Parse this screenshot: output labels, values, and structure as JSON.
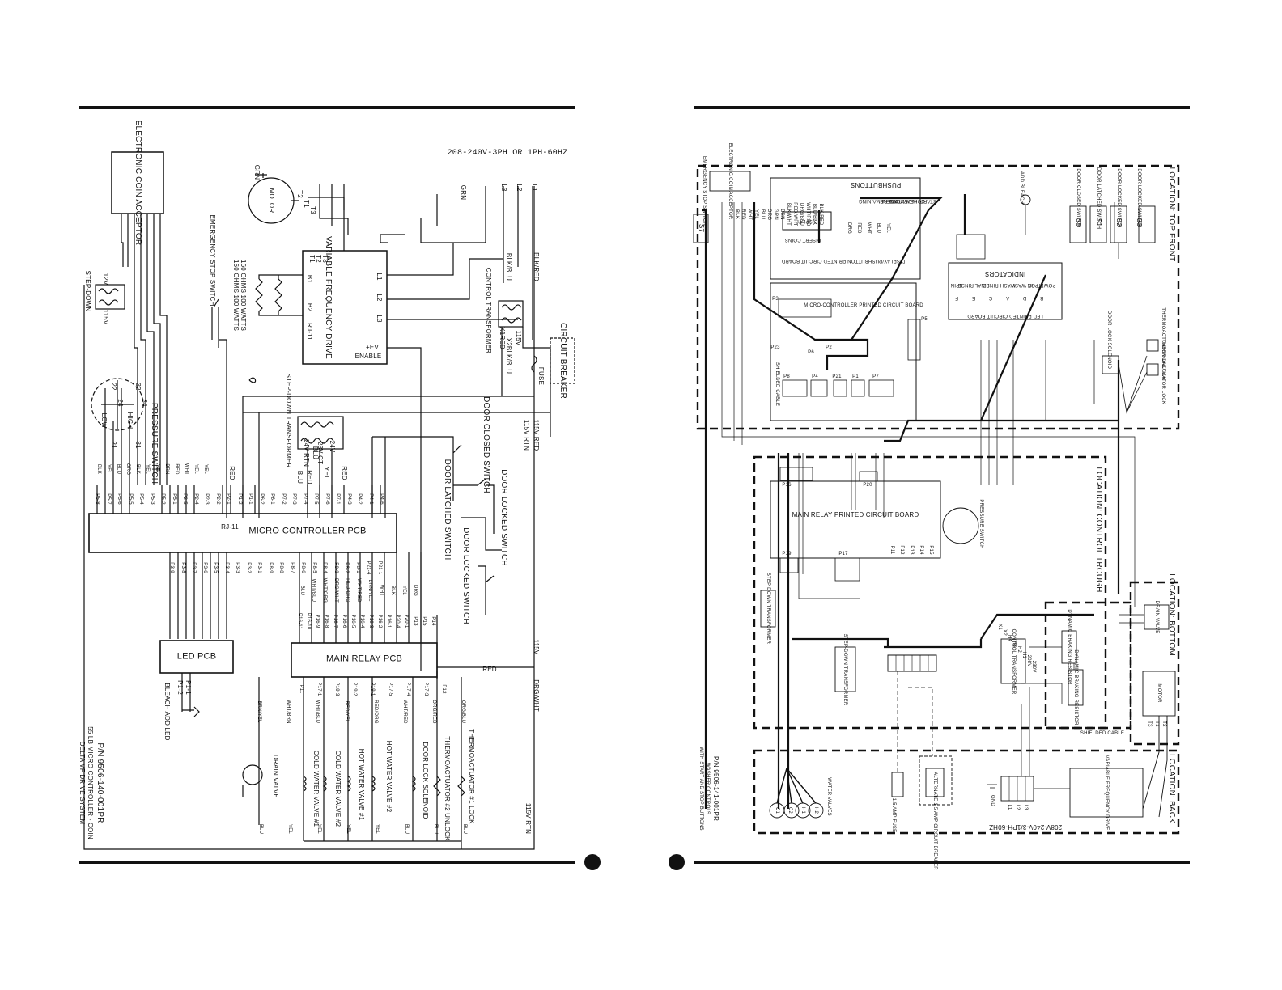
{
  "left": {
    "header": "208-240V-3PH OR 1PH-60HZ",
    "coin_acceptor": "ELECTRONIC COIN ACCEPTOR",
    "motor": "MOTOR",
    "motor_leads": [
      "T2",
      "T1",
      "T3"
    ],
    "grn": "GRN",
    "lines": [
      "L1",
      "L2",
      "L3"
    ],
    "vfd": "VARIABLE FREQUENCY DRIVE",
    "vfd_terms_out": [
      "T1",
      "T2",
      "T3"
    ],
    "vfd_terms_in": [
      "L1",
      "L2",
      "L3"
    ],
    "vfd_b": [
      "B1",
      "B2"
    ],
    "vfd_rj": "RJ-11",
    "vfd_ev": "+EV",
    "vfd_enable": "ENABLE",
    "ohms_1": "160 OHMS 100 WATTS",
    "ohms_2": "160 OHMS 100 WATTS",
    "control_transformer": "CONTROL TRANSFORMER",
    "transformer_taps": [
      "X1RED",
      "X2BLK/BLU",
      "115V"
    ],
    "circuit_breaker": "CIRCUIT BREAKER",
    "fuse": "FUSE",
    "blk_red": "BLK/RED",
    "blk_blu": "BLK/BLU",
    "rtn_115v": "115V RTN",
    "red_115v": "115V RED",
    "step_down_xfmr": "STEP-DOWN TRANSFORMER",
    "step_down_taps": [
      "24V",
      "23V CT",
      "24V RTN"
    ],
    "step_down_wires": [
      "RED",
      "YEL",
      "RED",
      "BLU",
      "BLU",
      "RED"
    ],
    "door_closed": "DOOR CLOSED SWITCH",
    "door_latched": "DOOR LATCHED SWITCH",
    "door_locked_switch": "DOOR LOCKED SWITCH",
    "door_locked": "DOOR LOCKED SWITCH",
    "emergency_stop": "EMERGENCY STOP SWITCH",
    "pressure_switch": "PRESSURE SWITCH",
    "ps_high": "HIGH",
    "ps_low": "LOW",
    "ps_pins": [
      "22",
      "32",
      "24",
      "34",
      "21",
      "31"
    ],
    "step_down_small": "STEP-DOWN",
    "v12": "12V",
    "v115": "115V",
    "micro_pcb": "MICRO-CONTROLLER PCB",
    "micro_rj": "RJ-11",
    "top_pins": [
      "P5-8",
      "P5-7",
      "P5-6",
      "P5-5",
      "P5-4",
      "P5-3",
      "P5-2",
      "P5-1",
      "P2-5",
      "P2-4",
      "P2-3",
      "P2-2",
      "P2-1",
      "P1-2",
      "P1-1",
      "P6-2",
      "P6-1",
      "P7-2",
      "P7-3",
      "P7-4",
      "P7-5",
      "P7-6",
      "P7-1",
      "P4-3",
      "P4-2",
      "P4-1",
      "P4-6"
    ],
    "bottom_pins": [
      "P3-9",
      "P3-8",
      "P3-7",
      "P3-6",
      "P3-5",
      "P3-4",
      "P3-3",
      "P3-2",
      "P3-1",
      "P8-9",
      "P8-8",
      "P8-7",
      "P8-6",
      "P8-5",
      "P8-4",
      "P8-3",
      "P8-2",
      "P8-1",
      "P21-4",
      "P21-1"
    ],
    "wire_colors_top": [
      "BLK",
      "YEL",
      "BLU",
      "ORG",
      "BLK",
      "YEL",
      "YEL",
      "BRN",
      "RED",
      "WHT",
      "YEL",
      "YEL"
    ],
    "led_pcb": "LED PCB",
    "main_relay_pcb": "MAIN RELAY PCB",
    "relay_pins": [
      "P11",
      "P17-1",
      "P19-3",
      "P19-2",
      "P19-1",
      "P17-5",
      "P17-4",
      "P17-3",
      "P12"
    ],
    "relay_pins_top": [
      "P16-11",
      "P16-10",
      "P16-9",
      "P16-8",
      "P16-7",
      "P16-6",
      "P16-5",
      "P16-4",
      "P16-3",
      "P16-2",
      "P16-1",
      "P20-4",
      "P20-1",
      "P13",
      "P15",
      "P14"
    ],
    "relay_wires": [
      "BLU",
      "WHT/BLU",
      "WHT/ORG",
      "DRG/WHT",
      "RED/ORG",
      "WHT/RED",
      "BRN/YEL",
      "WHT",
      "BLK",
      "YEL",
      "DRG"
    ],
    "led_pins": [
      "P1-1",
      "P1-2"
    ],
    "bleach_led": "BLEACH ADD LED",
    "drain_valve": "DRAIN VALVE",
    "cold_water_1": "COLD WATER VALVE #1",
    "cold_water_2": "COLD WATER VALVE #2",
    "hot_water_1": "HOT WATER VALVE #1",
    "hot_water_2": "HOT WATER VALVE #2",
    "door_lock_solenoid": "DOOR LOCK SOLENOID",
    "thermo_unlock": "THERMOACTUATOR #2 UNLOCK",
    "thermo_lock": "THERMOACTUATOR #1 LOCK",
    "valve_wires": [
      "BRN/YEL",
      "WHT/BRN",
      "WHT/BLU",
      "RED/YEL",
      "RED/ORG",
      "WHT/RED",
      "ORG/RED",
      "ORG/BLU"
    ],
    "valve_wires2": [
      "BLU",
      "YEL",
      "YEL",
      "YEL",
      "YEL",
      "BLU",
      "BLU",
      "BLU"
    ],
    "drg_wht": "DRG/WHT",
    "red": "RED",
    "v115_2": "115V",
    "rtn_bottom": "115V RTN",
    "pn": "P/N 9506-140-001PR",
    "desc1": "55 LB MICRO CONTROLLER - COIN",
    "desc2": "DELTA VF DRIVE SYSTEM"
  },
  "right": {
    "loc_top": "LOCATION: TOP FRONT",
    "loc_trough": "LOCATION: CONTROL TROUGH",
    "loc_bottom": "LOCATION: BOTTOM",
    "loc_back": "LOCATION: BACK",
    "coin_acceptor": "ELECTRONIC COIN ACCEPTOR",
    "emergency_stop": "EMERGENCY STOP SWITCH",
    "s7": "S7",
    "pushbuttons": "PUSHBUTTONS",
    "pb_labels": [
      "TIME REMAINING",
      "NORM",
      "DELICATE",
      "HEAVY",
      "COIN",
      "START"
    ],
    "pb_pins": [
      "DRG",
      "RED",
      "WHT",
      "BLU",
      "YEL"
    ],
    "display": "DISPLAY",
    "insert_coins": "INSERT COINS",
    "display_board": "DISPLAY/PUSHBUTTON PRINTED CIRCUIT BOARD",
    "micro_board": "MICRO-CONTROLLER PRINTED CIRCUIT BOARD",
    "p3": "P3",
    "p6": "P6",
    "p2": "P2",
    "p23": "P23",
    "p5": "P5",
    "p8": "P8",
    "p4": "P4",
    "p21": "P21",
    "p1": "P1",
    "p7": "P7",
    "shielded_cable": "SHIELDED CABLE",
    "bleach": "ADD BLEACH",
    "indicators": "INDICATORS",
    "ind_labels": [
      "POWER ON",
      "PRE WASH",
      "WASH",
      "RINSE",
      "FINAL RINSE",
      "SPIN"
    ],
    "ind_letters": [
      "B",
      "D",
      "A",
      "C",
      "E",
      "F"
    ],
    "led_board": "LED PRINTED CIRCUIT BOARD",
    "switches": [
      "S5",
      "S1",
      "S2",
      "S3"
    ],
    "switch_names": [
      "DOOR CLOSED SWITCH",
      "DOOR LATCHED SWITCH",
      "DOOR LOCKED SWITCH",
      "DOOR LOCKED SWITCH"
    ],
    "door_lock_solenoid": "DOOR LOCK SOLENOID",
    "thermo_unlock": "THERMOACTUATOR UNLOCK",
    "thermo_lock": "THERMOACTUATOR LOCK",
    "p16": "P16",
    "p20": "P20",
    "main_relay": "MAIN RELAY PRINTED CIRCUIT BOARD",
    "p19": "P19",
    "p17": "P17",
    "p11_15": [
      "P11",
      "P12",
      "P13",
      "P14",
      "P15"
    ],
    "pressure_switch": "PRESSURE SWITCH",
    "step_down_1": "STEP DOWN TRANSFORMER",
    "step_down_2": "STEP-DOWN TRANSFORMER",
    "control_xfmr": "CONTROL TRANSFORMER",
    "xfmr_taps": [
      "X1",
      "X2",
      "H4",
      "H3",
      "H2",
      "H1",
      "208V",
      "230V"
    ],
    "dyn_brake": "DYNAMIC BRAKING RESISTOR",
    "drain_valve": "DRAIN VALVE",
    "motor": "MOTOR",
    "motor_leads": [
      "T3",
      "T1",
      "T2"
    ],
    "shielded_cable_2": "SHIELDED CABLE",
    "vfd": "VARIABLE FREQUENCY DRIVE",
    "gnd": "GND",
    "fuse": "1.5 AMP FUSE",
    "alt_breaker": "ALTERNATE 1.5 AMP CIRCUIT BREAKER",
    "water_valves": "WATER VALVES",
    "water_valve_ids": [
      "C1",
      "C2",
      "H1",
      "H2"
    ],
    "l_terms": [
      "L1",
      "L2",
      "L3"
    ],
    "pn": "P/N 9506-141-001PR",
    "desc1": "WASHER CONTROLS",
    "desc2": "WITH START AND STOP BUTTONS",
    "footer_voltage": "208V-240V-3/1PH-60HZ",
    "wires": [
      "BLK",
      "RED",
      "WHT",
      "YEL",
      "BLU",
      "ORG",
      "GRN",
      "BRN",
      "BLK/WHT",
      "RED/WHT",
      "DRG/BLU",
      "WHT/RED",
      "BLU/BLK",
      "BLK/RED"
    ]
  }
}
